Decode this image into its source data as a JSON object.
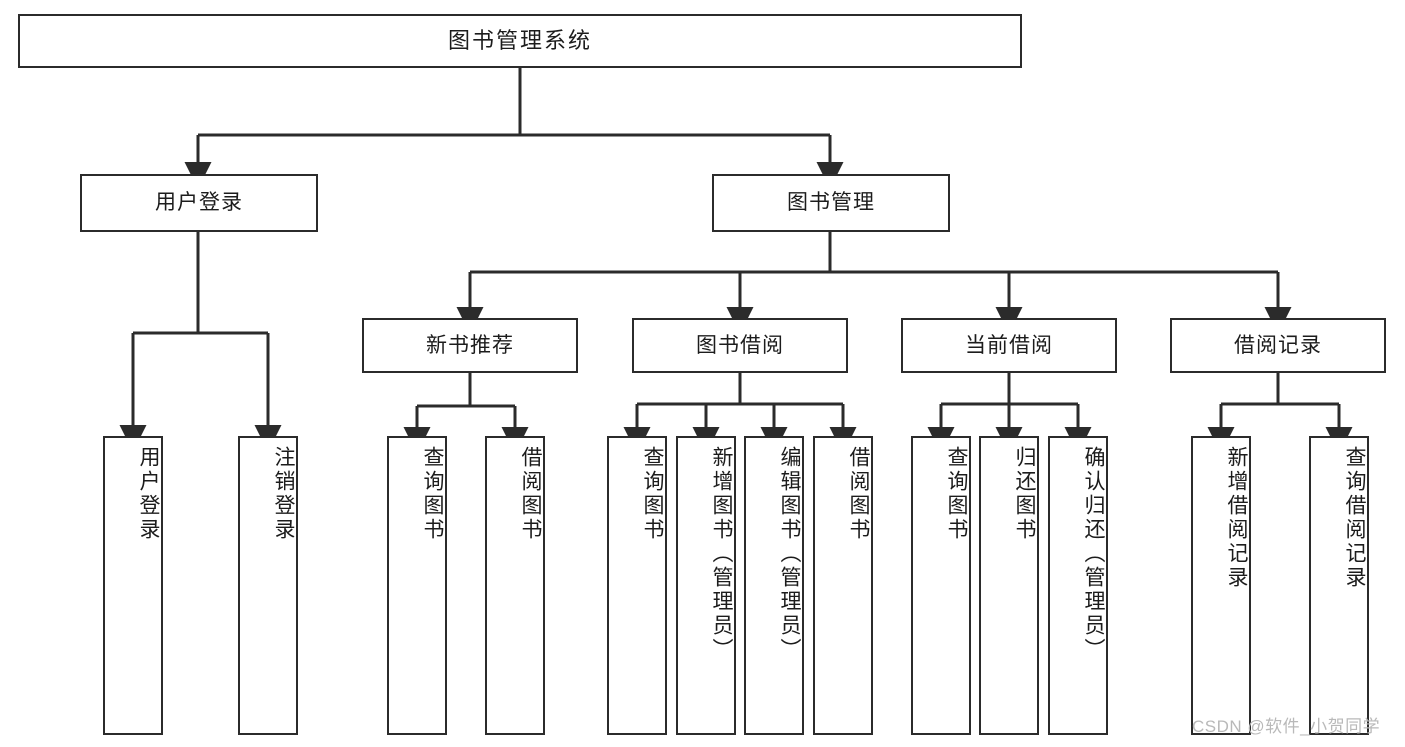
{
  "diagram": {
    "type": "tree-hierarchy-chart",
    "title": "图书管理系统",
    "stroke_color": "#2b2b2b",
    "background_color": "#ffffff",
    "text_color": "#1c1c1c",
    "nodes": {
      "root": {
        "label": "图书管理系统",
        "level": 0
      },
      "user_login": {
        "label": "用户登录",
        "level": 1
      },
      "book_manage": {
        "label": "图书管理",
        "level": 1
      },
      "new_book_rec": {
        "label": "新书推荐",
        "level": 2
      },
      "book_borrow": {
        "label": "图书借阅",
        "level": 2
      },
      "current_borrow": {
        "label": "当前借阅",
        "level": 2
      },
      "borrow_record": {
        "label": "借阅记录",
        "level": 2
      },
      "leaf_user_login": {
        "label": "用户登录",
        "level": 2
      },
      "leaf_logout": {
        "label": "注销登录",
        "level": 2
      },
      "leaf_query_book_a": {
        "label": "查询图书",
        "level": 3
      },
      "leaf_borrow_book_a": {
        "label": "借阅图书",
        "level": 3
      },
      "leaf_query_book_b": {
        "label": "查询图书",
        "level": 3
      },
      "leaf_add_book": {
        "label": "新增图书（管理员）",
        "level": 3
      },
      "leaf_edit_book": {
        "label": "编辑图书（管理员）",
        "level": 3
      },
      "leaf_borrow_book_b": {
        "label": "借阅图书",
        "level": 3
      },
      "leaf_query_book_c": {
        "label": "查询图书",
        "level": 3
      },
      "leaf_return_book": {
        "label": "归还图书",
        "level": 3
      },
      "leaf_confirm_return": {
        "label": "确认归还（管理员）",
        "level": 3
      },
      "leaf_add_record": {
        "label": "新增借阅记录",
        "level": 3
      },
      "leaf_query_record": {
        "label": "查询借阅记录",
        "level": 3
      }
    },
    "edges": [
      {
        "from": "root",
        "to": "user_login"
      },
      {
        "from": "root",
        "to": "book_manage"
      },
      {
        "from": "user_login",
        "to": "leaf_user_login"
      },
      {
        "from": "user_login",
        "to": "leaf_logout"
      },
      {
        "from": "book_manage",
        "to": "new_book_rec"
      },
      {
        "from": "book_manage",
        "to": "book_borrow"
      },
      {
        "from": "book_manage",
        "to": "current_borrow"
      },
      {
        "from": "book_manage",
        "to": "borrow_record"
      },
      {
        "from": "new_book_rec",
        "to": "leaf_query_book_a"
      },
      {
        "from": "new_book_rec",
        "to": "leaf_borrow_book_a"
      },
      {
        "from": "book_borrow",
        "to": "leaf_query_book_b"
      },
      {
        "from": "book_borrow",
        "to": "leaf_add_book"
      },
      {
        "from": "book_borrow",
        "to": "leaf_edit_book"
      },
      {
        "from": "book_borrow",
        "to": "leaf_borrow_book_b"
      },
      {
        "from": "current_borrow",
        "to": "leaf_query_book_c"
      },
      {
        "from": "current_borrow",
        "to": "leaf_return_book"
      },
      {
        "from": "current_borrow",
        "to": "leaf_confirm_return"
      },
      {
        "from": "borrow_record",
        "to": "leaf_add_record"
      },
      {
        "from": "borrow_record",
        "to": "leaf_query_record"
      }
    ]
  },
  "watermark": {
    "text": "CSDN @软件_小贺同学",
    "color": "#b9b9b9"
  }
}
